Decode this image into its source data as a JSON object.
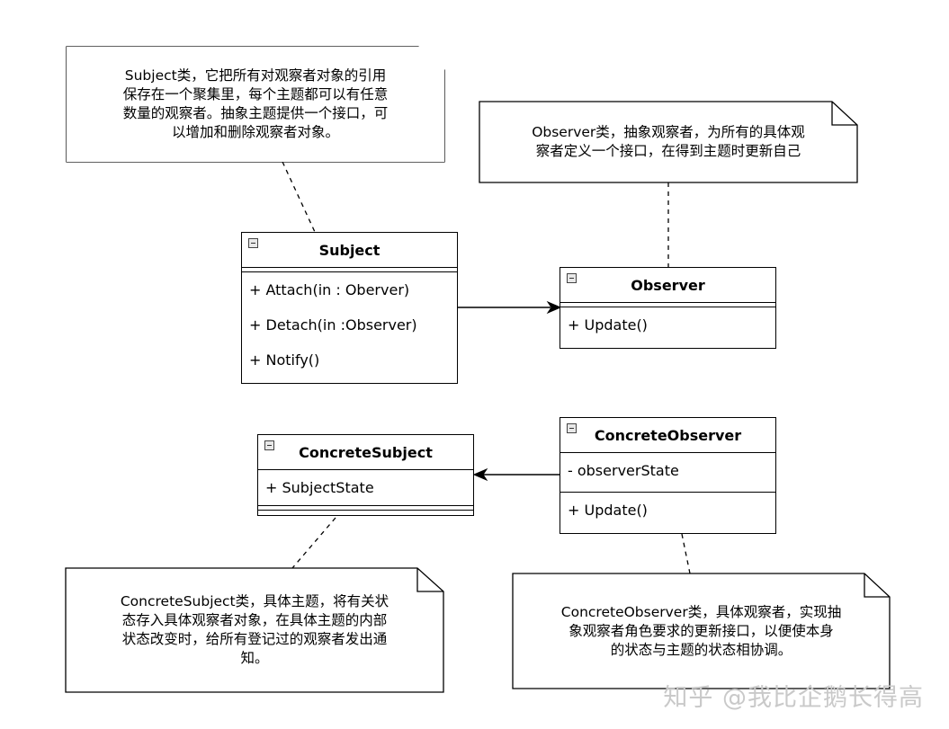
{
  "notes": {
    "subject": "Subject类，它把所有对观察者对象的引用\n保存在一个聚集里，每个主题都可以有任意\n数量的观察者。抽象主题提供一个接口，可\n以增加和删除观察者对象。",
    "observer": "Observer类，抽象观察者，为所有的具体观\n察者定义一个接口，在得到主题时更新自己",
    "concrete_subject": "ConcreteSubject类，具体主题，将有关状\n态存入具体观察者对象，在具体主题的内部\n状态改变时，给所有登记过的观察者发出通\n知。",
    "concrete_observer": "ConcreteObserver类，具体观察者，实现抽\n象观察者角色要求的更新接口，以便使本身\n的状态与主题的状态相协调。"
  },
  "classes": {
    "subject": {
      "name": "Subject",
      "methods": [
        "+ Attach(in : Oberver)",
        "+ Detach(in :Observer)",
        "+ Notify()"
      ]
    },
    "observer": {
      "name": "Observer",
      "methods": [
        "+ Update()"
      ]
    },
    "concrete_subject": {
      "name": "ConcreteSubject",
      "attributes": [
        "+ SubjectState"
      ]
    },
    "concrete_observer": {
      "name": "ConcreteObserver",
      "attributes": [
        "- observerState"
      ],
      "methods": [
        "+ Update()"
      ]
    }
  },
  "watermark": "知乎 @我比企鹅长得高"
}
